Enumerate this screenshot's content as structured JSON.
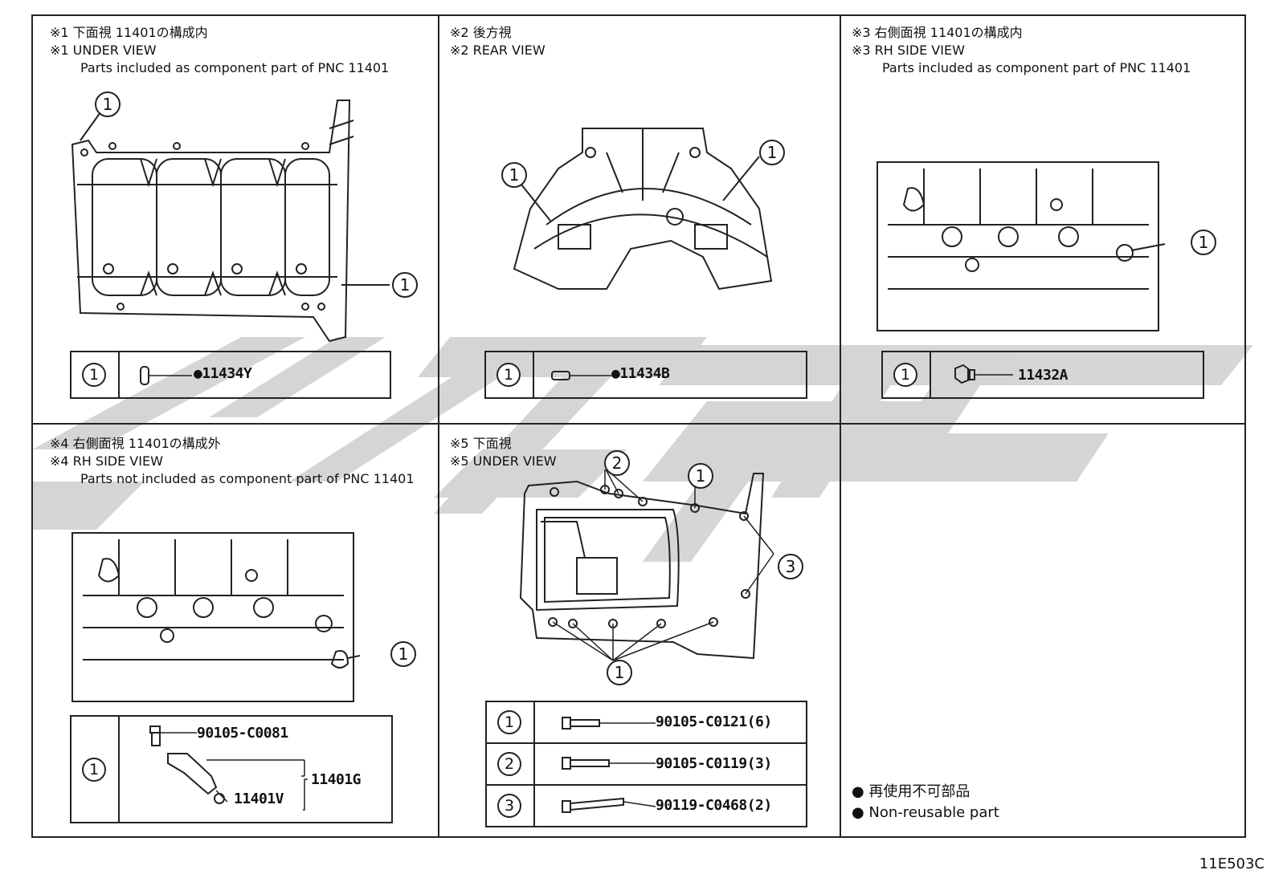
{
  "panels": {
    "p1": {
      "jp": "※1 下面視 11401の構成内",
      "en": "※1 UNDER VIEW",
      "sub": "Parts included as component part of PNC 11401",
      "callouts": [
        "1",
        "1"
      ],
      "table_num": "1",
      "part": "●11434Y"
    },
    "p2": {
      "jp": "※2 後方視",
      "en": "※2 REAR VIEW",
      "callouts": [
        "1",
        "1"
      ],
      "table_num": "1",
      "part": "●11434B"
    },
    "p3": {
      "jp": "※3 右側面視 11401の構成内",
      "en": "※3 RH SIDE VIEW",
      "sub": "Parts included as component part of PNC 11401",
      "callouts": [
        "1"
      ],
      "table_num": "1",
      "part": "11432A"
    },
    "p4": {
      "jp": "※4 右側面視 11401の構成外",
      "en": "※4 RH SIDE VIEW",
      "sub": "Parts not included as component part of PNC 11401",
      "callouts": [
        "1"
      ],
      "table_num": "1",
      "part_a": "90105-C0081",
      "part_b": "11401V",
      "part_c": "11401G"
    },
    "p5": {
      "jp": "※5 下面視",
      "en": "※5 UNDER VIEW",
      "callouts": [
        "2",
        "1",
        "3",
        "1"
      ],
      "rows": [
        {
          "num": "1",
          "part": "90105-C0121(6)"
        },
        {
          "num": "2",
          "part": "90105-C0119(3)"
        },
        {
          "num": "3",
          "part": "90119-C0468(2)"
        }
      ]
    }
  },
  "legend": {
    "jp": "● 再使用不可部品",
    "en": "● Non-reusable part"
  },
  "code": "11E503C"
}
